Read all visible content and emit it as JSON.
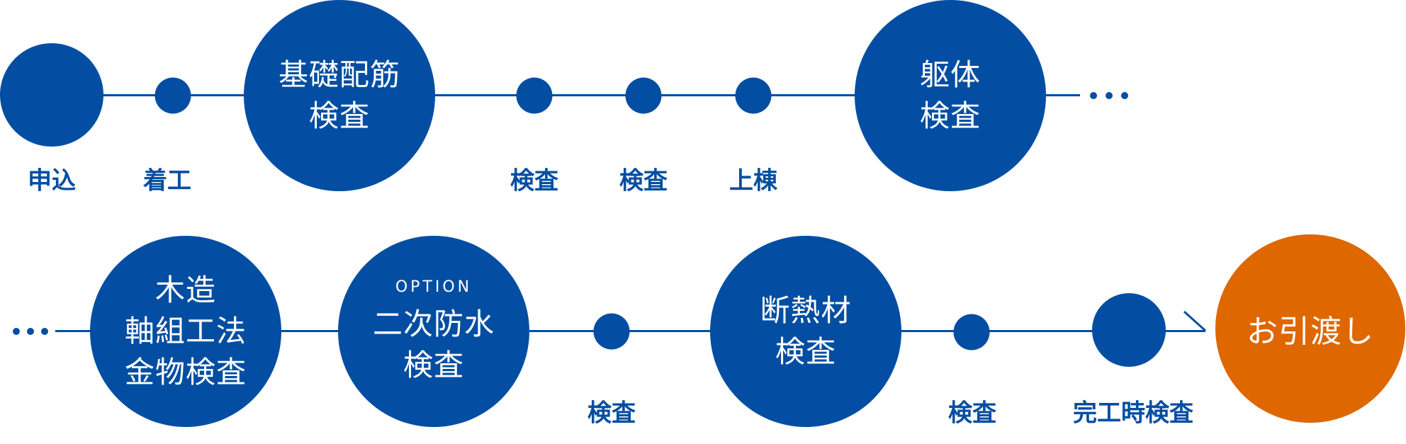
{
  "colors": {
    "primary": "#034ea2",
    "final": "#de6700"
  },
  "row1": {
    "apply": "申込",
    "start": "着工",
    "foundation": [
      "基礎配筋",
      "検査"
    ],
    "inspect1": "検査",
    "inspect2": "検査",
    "framing": "上棟",
    "structure": [
      "躯体",
      "検査"
    ]
  },
  "row2": {
    "wood": [
      "木造",
      "軸組工法",
      "金物検査"
    ],
    "waterproof": {
      "tag": "OPTION",
      "lines": [
        "二次防水",
        "検査"
      ]
    },
    "inspect3": "検査",
    "insulation": [
      "断熱材",
      "検査"
    ],
    "inspect4": "検査",
    "completion": "完工時検査",
    "handover": "お引渡し"
  }
}
